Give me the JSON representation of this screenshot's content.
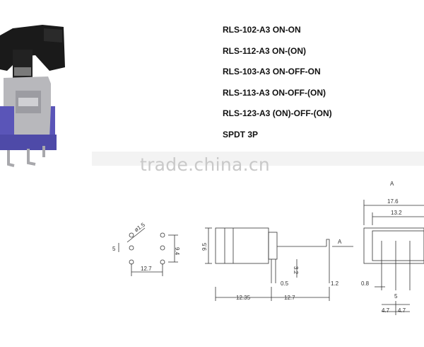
{
  "spec_lines": [
    "RLS-102-A3 ON-ON",
    "RLS-112-A3 ON-(ON)",
    "RLS-103-A3 ON-OFF-ON",
    "RLS-113-A3 ON-OFF-(ON)",
    "RLS-123-A3 (ON)-OFF-(ON)",
    "SPDT 3P"
  ],
  "watermark": "trade.china.cn",
  "dims": {
    "hole_dia": "ø1.5",
    "pin_pitch": "5",
    "row_span": "9.4",
    "base_width": "12.7",
    "body_height": "9.5",
    "view_a_label": "A",
    "pin_len": "3.2",
    "pin_thick": "0.5",
    "tab": "1.2",
    "lever_len": "12.35",
    "body_len": "12.7",
    "top_label": "A",
    "overall": "17.6",
    "inner": "13.2",
    "pin_w": "0.8",
    "pitch2": "5",
    "half1": "4.7",
    "half2": "4.7"
  },
  "colors": {
    "body": "#5a55b8",
    "metal": "#b8b8bc",
    "actuator": "#1a1a1a"
  }
}
